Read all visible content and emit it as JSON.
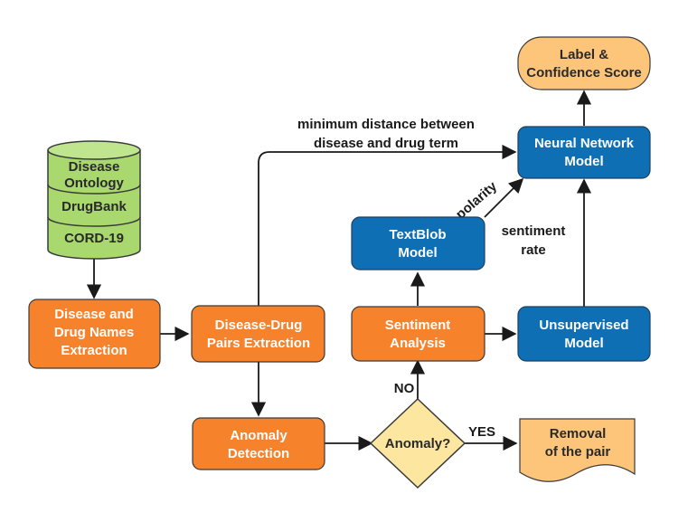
{
  "nodes": {
    "db": {
      "lines": [
        "Disease",
        "Ontology",
        "DrugBank",
        "CORD-19"
      ]
    },
    "disease_drug_names": {
      "lines": [
        "Disease and",
        "Drug Names",
        "Extraction"
      ]
    },
    "pairs_extraction": {
      "lines": [
        "Disease-Drug",
        "Pairs Extraction"
      ]
    },
    "anomaly_detection": {
      "lines": [
        "Anomaly",
        "Detection"
      ]
    },
    "anomaly_decision": {
      "lines": [
        "Anomaly?"
      ]
    },
    "removal": {
      "lines": [
        "Removal",
        "of the pair"
      ]
    },
    "sentiment_analysis": {
      "lines": [
        "Sentiment",
        "Analysis"
      ]
    },
    "textblob": {
      "lines": [
        "TextBlob",
        "Model"
      ]
    },
    "unsupervised": {
      "lines": [
        "Unsupervised",
        "Model"
      ]
    },
    "neural_network": {
      "lines": [
        "Neural Network",
        "Model"
      ]
    },
    "output": {
      "lines": [
        "Label &",
        "Confidence Score"
      ]
    }
  },
  "edge_labels": {
    "min_distance": [
      "minimum distance between",
      "disease and drug term"
    ],
    "polarity": "polarity",
    "sentiment_rate": [
      "sentiment",
      "rate"
    ],
    "no": "NO",
    "yes": "YES"
  },
  "colors": {
    "orange": "#f6822c",
    "blue": "#0f6fb5",
    "green": "#a8d86e",
    "light_orange": "#fdc57a",
    "yellow": "#fde6a0",
    "stroke": "#3a3a3a"
  }
}
